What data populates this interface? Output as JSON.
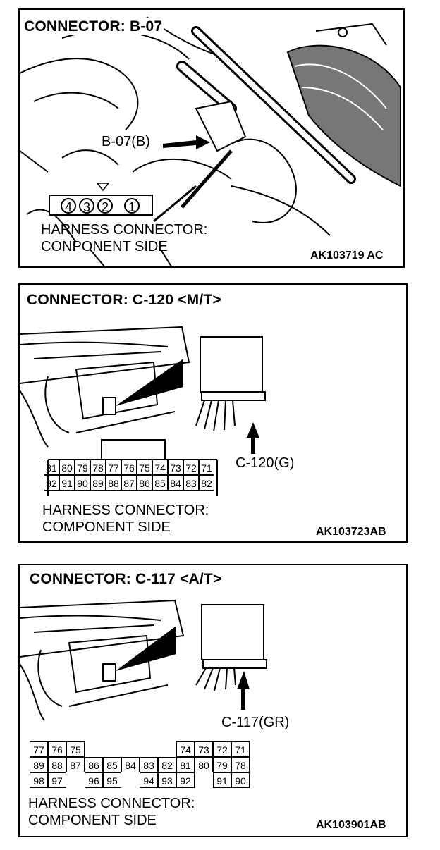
{
  "panels": [
    {
      "title": "CONNECTOR: B-07",
      "callout": "B-07(B)",
      "pins": [
        "4",
        "3",
        "2",
        "1"
      ],
      "caption_line1": "HARNESS CONNECTOR:",
      "caption_line2": "CONPONENT SIDE",
      "code": "AK103719 AC"
    },
    {
      "title": "CONNECTOR: C-120 <M/T>",
      "callout": "C-120(G)",
      "pin_rows": [
        [
          "81",
          "80",
          "79",
          "78",
          "77",
          "76",
          "75",
          "74",
          "73",
          "72",
          "71"
        ],
        [
          "92",
          "91",
          "90",
          "89",
          "88",
          "87",
          "86",
          "85",
          "84",
          "83",
          "82"
        ]
      ],
      "caption_line1": "HARNESS CONNECTOR:",
      "caption_line2": "COMPONENT SIDE",
      "code": "AK103723AB"
    },
    {
      "title": "CONNECTOR: C-117 <A/T>",
      "callout": "C-117(GR)",
      "pin_rows": [
        [
          "77",
          "76",
          "75",
          "",
          "",
          "",
          "",
          "",
          "74",
          "73",
          "72",
          "71"
        ],
        [
          "89",
          "88",
          "87",
          "86",
          "85",
          "84",
          "83",
          "82",
          "81",
          "80",
          "79",
          "78"
        ],
        [
          "98",
          "97",
          "",
          "96",
          "95",
          "",
          "94",
          "93",
          "92",
          "",
          "91",
          "90"
        ]
      ],
      "caption_line1": "HARNESS CONNECTOR:",
      "caption_line2": "COMPONENT SIDE",
      "code": "AK103901AB"
    }
  ]
}
